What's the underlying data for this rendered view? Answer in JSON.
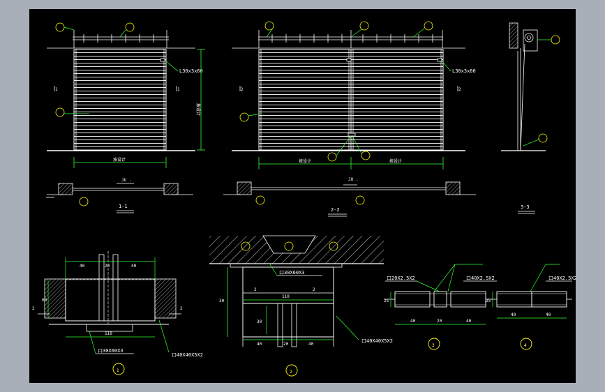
{
  "colors": {
    "background": "#000000",
    "outer_frame": "#a9afb8",
    "line": "#ffffff",
    "dimension": "#33ff33",
    "balloon": "#ffff00",
    "leader": "#33ff33"
  },
  "labels": {
    "angle_left": "L30x3x60",
    "angle_right": "L30x3x60",
    "height_dim": "按设计",
    "width_dim_left": "按设计",
    "width_dim_mid_a": "按设计",
    "width_dim_mid_b": "按设计",
    "mark_left_1a": "1",
    "mark_left_1b": "1",
    "mark_mid_2a": "2",
    "mark_mid_2b": "2",
    "plan_note_left": "JU .",
    "plan_note_mid": "JU .",
    "section_1": "1-1",
    "section_2": "2-2",
    "section_3": "3-3",
    "d1_tube_top": "口30X60X3",
    "d1_tube_bottom": "口40X40X5X2",
    "d1_dim_top_a": "40",
    "d1_dim_top_b": "20",
    "d1_dim_top_c": "40",
    "d1_dim_bottom": "110",
    "d1_dim_side": "60",
    "d1_cut_a": "2",
    "d1_cut_b": "2",
    "d2_tube_top": "口30X60X3",
    "d2_tube_bottom": "口40X40X5X2",
    "d2_dim_height": "30",
    "d2_dim_width": "110",
    "d2_dim_inner": "30",
    "d2_dim_bottom_a": "40",
    "d2_dim_bottom_b": "20",
    "d2_dim_bottom_c": "40",
    "d2_cut_a": "2",
    "d2_cut_b": "2",
    "d3_tube_left": "口20X2.5X2",
    "d3_tube_right": "口40X2.5X2",
    "d3_dim_height": "25",
    "d3_dim_a": "40",
    "d3_dim_b": "20",
    "d3_dim_c": "40",
    "d4_tube": "口40X2.5X2",
    "d4_dim_height": "25",
    "d4_dim_a": "40",
    "d4_dim_b": "40",
    "detail_1": "1",
    "detail_2": "2",
    "detail_3": "3",
    "detail_4": "4"
  }
}
